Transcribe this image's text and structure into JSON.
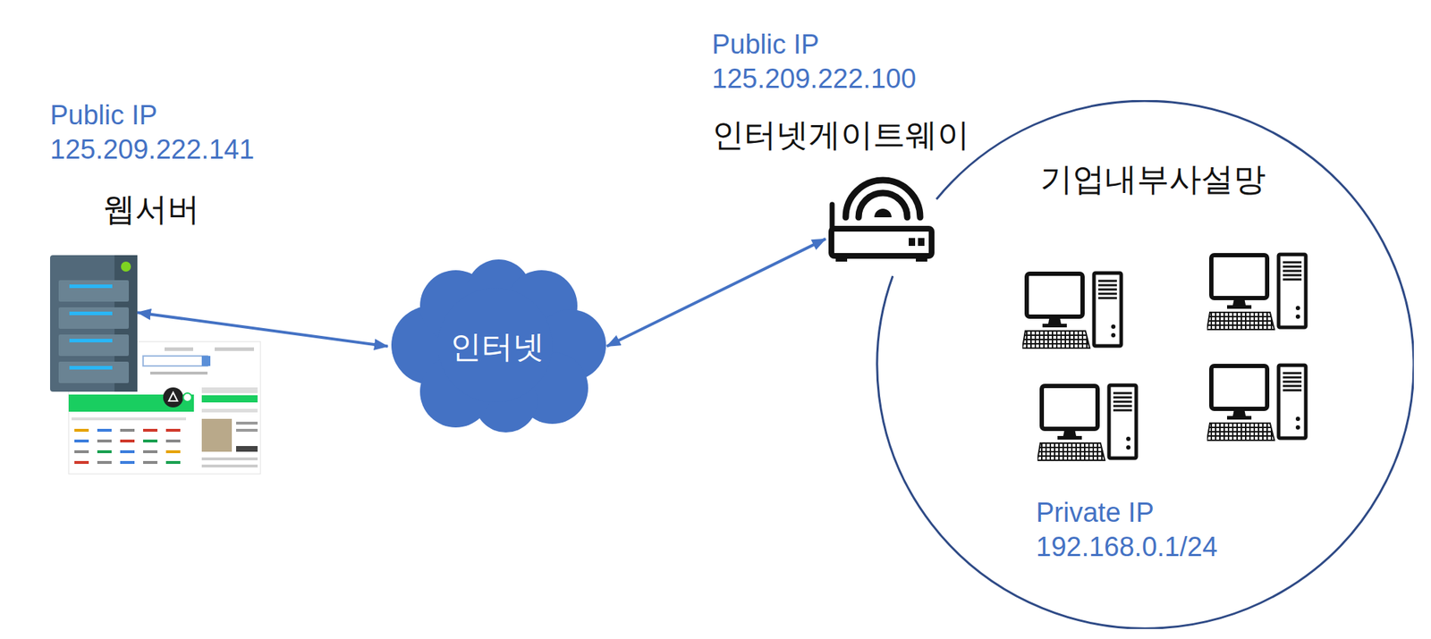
{
  "diagram": {
    "nodes": [
      {
        "text": [
          "Public IP 125.209.222.141",
          "웹서버"
        ]
      },
      {
        "text": [
          "인터넷"
        ]
      },
      {
        "text": [
          "Public IP 125.209.222.100",
          "인터넷게이트웨이"
        ]
      },
      {
        "text": [
          "기업내부사설망",
          "Private IP 192.168.0.1/24"
        ]
      }
    ],
    "edges": [
      {
        "from": 0,
        "to": 1,
        "arrow": "both"
      },
      {
        "from": 1,
        "to": 2,
        "arrow": "both"
      }
    ]
  }
}
